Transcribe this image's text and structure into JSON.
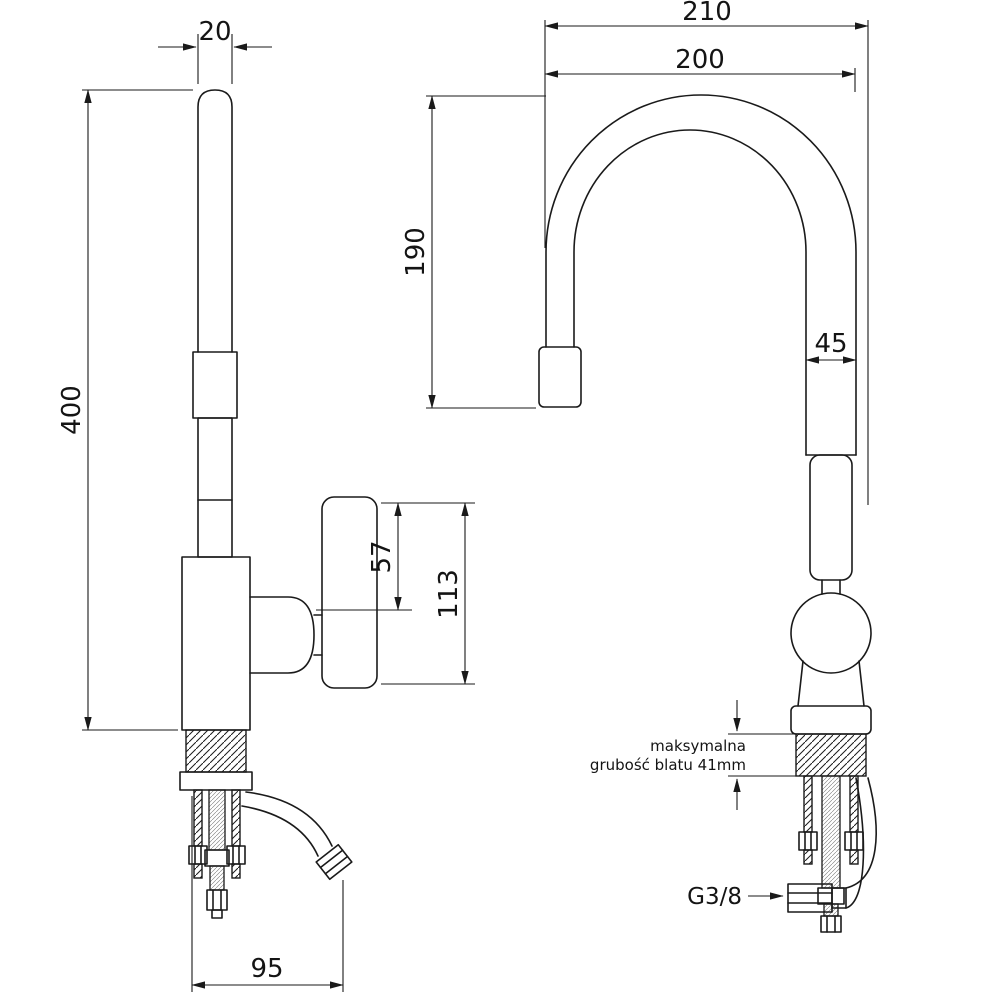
{
  "colors": {
    "line": "#1a1a1a",
    "background": "#ffffff"
  },
  "labels": {
    "spout_width": "20",
    "overall_height": "400",
    "handle_top_offset": "57",
    "handle_height": "113",
    "base_reach": "95",
    "overall_reach": "210",
    "spout_reach": "200",
    "spout_height": "190",
    "body_diameter": "45",
    "note_line1": "maksymalna",
    "note_line2": "grubość blatu 41mm",
    "thread": "G3/8"
  }
}
